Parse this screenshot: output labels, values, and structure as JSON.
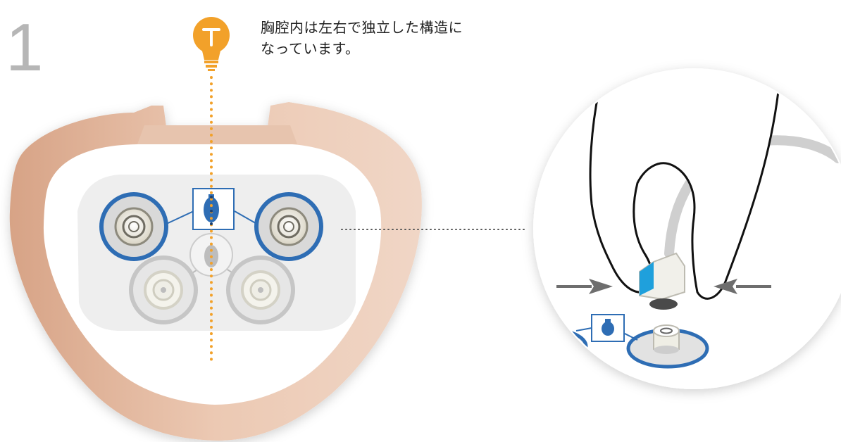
{
  "step": {
    "number": "1"
  },
  "caption": {
    "line1": "胸腔内は左右で独立した構造に",
    "line2": "なっています。"
  },
  "icons": {
    "hint": "lightbulb-icon",
    "arrows": "arrow-icon"
  },
  "colors": {
    "accent_blue": "#2e6db4",
    "hint_orange": "#f2a12a",
    "shell_skin": "#e2b9a0",
    "step_gray": "#b6b6b6",
    "cyan_tip": "#1fa0dc"
  }
}
